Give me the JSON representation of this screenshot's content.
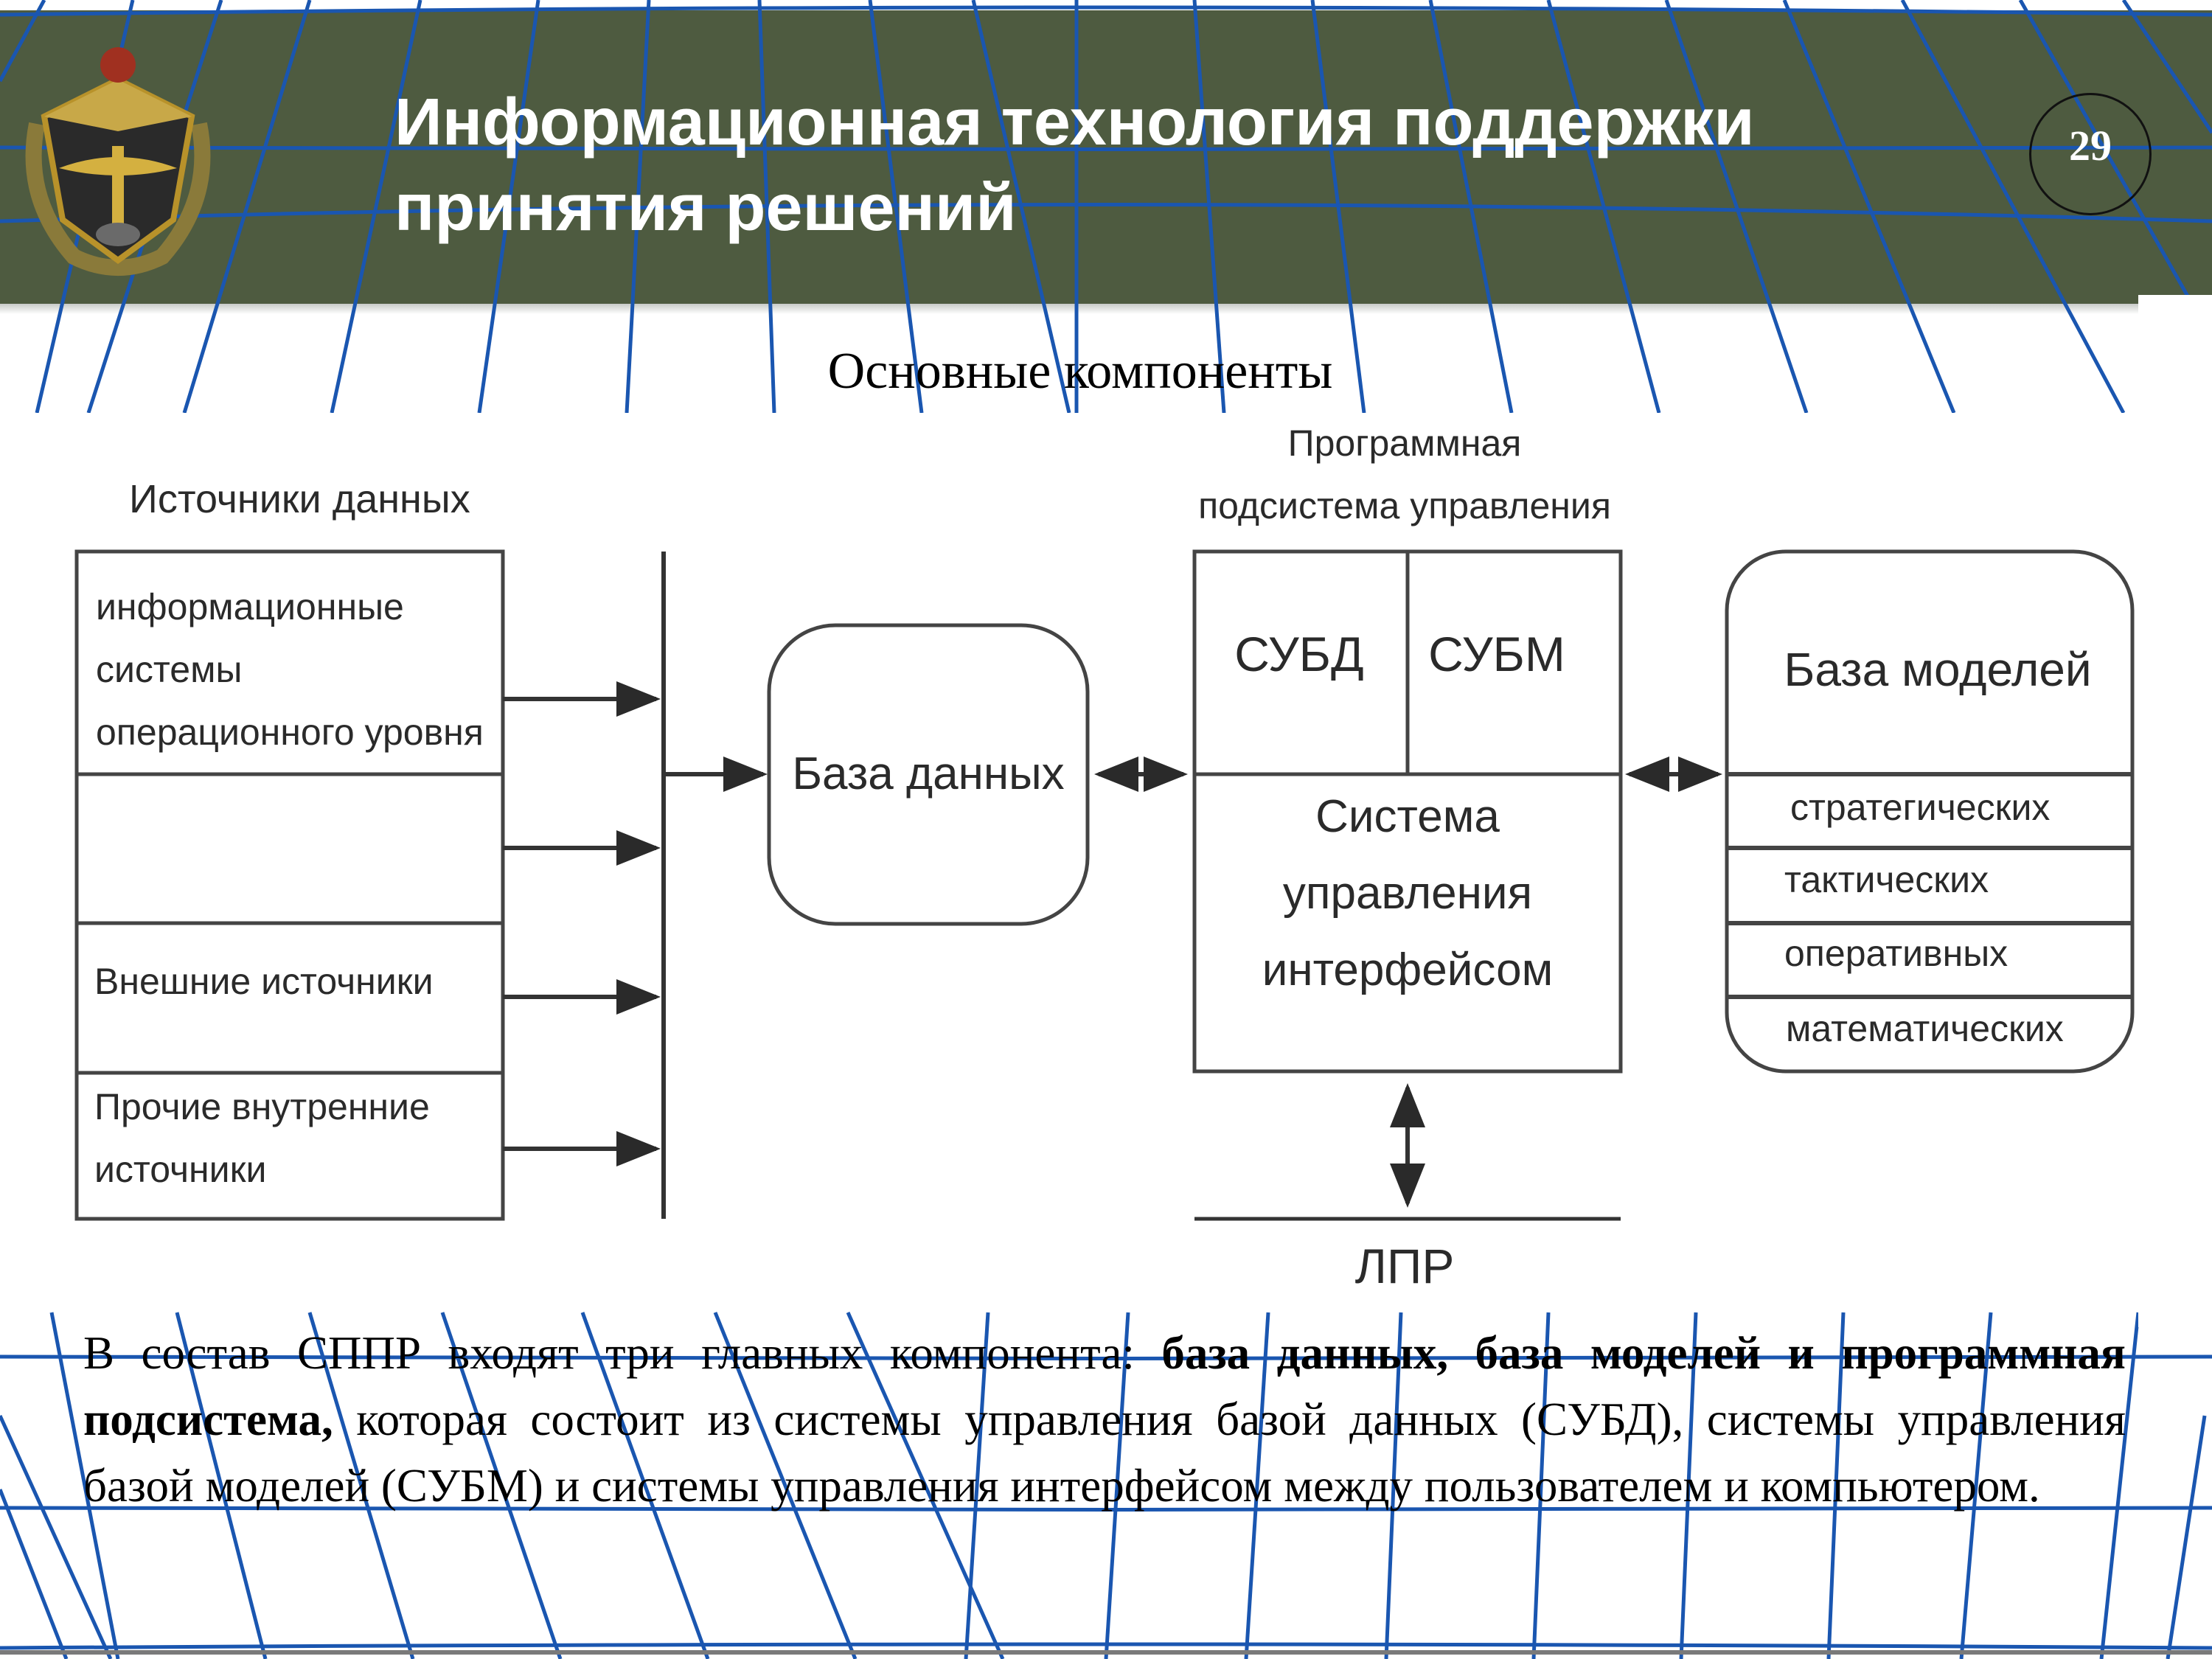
{
  "slide": {
    "title": "Информационная технология поддержки\nпринятия решений",
    "page_number": "29",
    "subtitle": "Основные компоненты"
  },
  "colors": {
    "header_bg": "#4e5b40",
    "grid_lines": "#1a56b0",
    "text": "#000000",
    "diagram_lines": "#333333"
  },
  "diagram": {
    "sources_header": "Источники данных",
    "sources": {
      "operational_line1": "информационные",
      "operational_line2": "системы",
      "operational_line3": "операционного уровня",
      "external": "Внешние источники",
      "other_line1": "Прочие внутренние",
      "other_line2": "источники"
    },
    "database": "База данных",
    "subsystem_header_line1": "Программная",
    "subsystem_header_line2": "подсистема управления",
    "dbms": "СУБД",
    "mbms": "СУБМ",
    "interface_line1": "Система",
    "interface_line2": "управления",
    "interface_line3": "интерфейсом",
    "decision_maker": "ЛПР",
    "model_base": {
      "title": "База моделей",
      "items": [
        "стратегических",
        "тактических",
        "оперативных",
        "математических"
      ]
    }
  },
  "body": {
    "part1": "В состав СППР входят три главных компонента: ",
    "bold": "база данных, база моделей и программная подсистема,",
    "part2": " которая состоит из системы управления базой данных (СУБД), системы управления базой моделей (СУБМ) и системы управления интерфейсом между пользователем и компьютером."
  }
}
